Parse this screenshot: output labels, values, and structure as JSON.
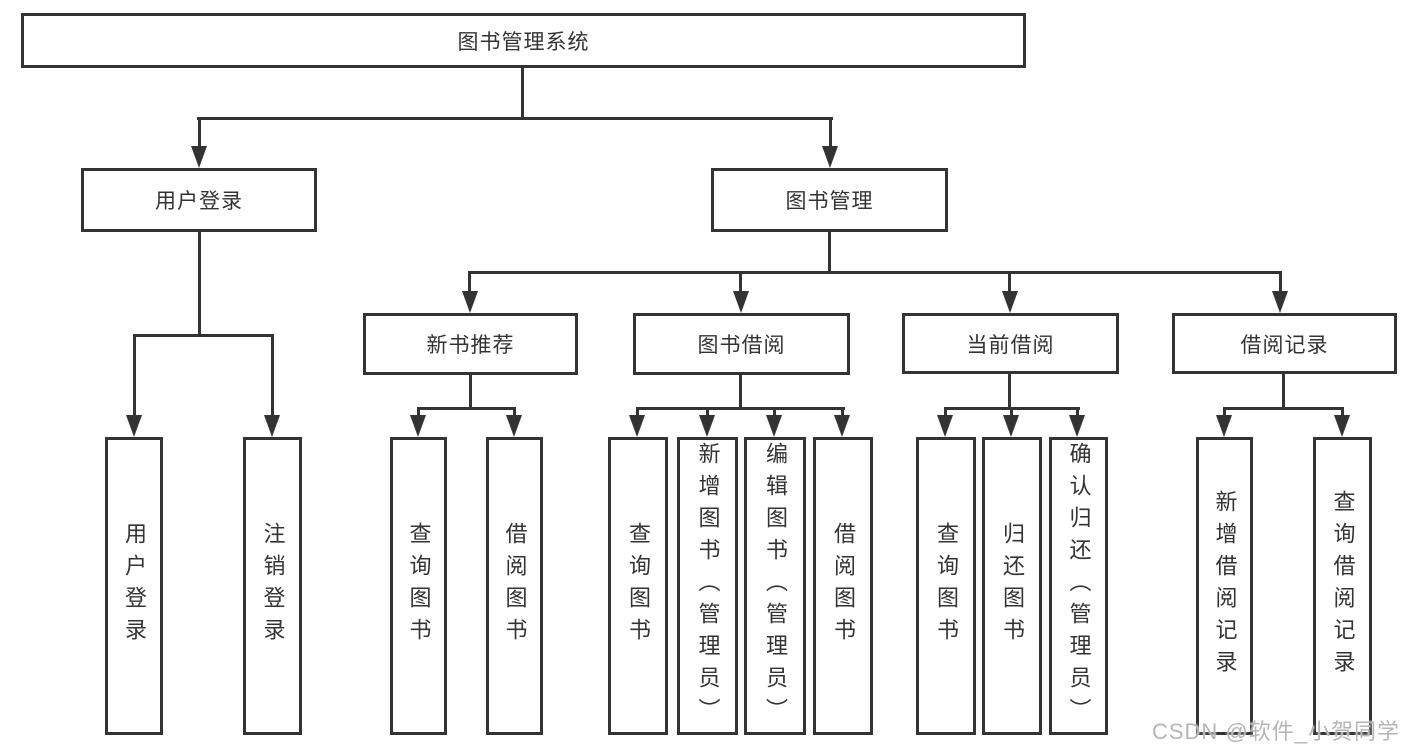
{
  "diagram": {
    "title": "图书管理系统",
    "tree": {
      "root": "图书管理系统",
      "branches": [
        {
          "label": "用户登录",
          "leaves": [
            "用户登录",
            "注销登录"
          ]
        },
        {
          "label": "图书管理",
          "groups": [
            {
              "label": "新书推荐",
              "leaves": [
                "查询图书",
                "借阅图书"
              ]
            },
            {
              "label": "图书借阅",
              "leaves": [
                "查询图书",
                "新增图书（管理员）",
                "编辑图书（管理员）",
                "借阅图书"
              ]
            },
            {
              "label": "当前借阅",
              "leaves": [
                "查询图书",
                "归还图书",
                "确认归还（管理员）"
              ]
            },
            {
              "label": "借阅记录",
              "leaves": [
                "新增借阅记录",
                "查询借阅记录"
              ]
            }
          ]
        }
      ]
    },
    "watermark": "CSDN @软件_小贺同学",
    "colors": {
      "line": "#333333",
      "text": "#333333",
      "box_background": "#ffffff",
      "watermark": "#b5b5b5",
      "page_background": "#ffffff"
    }
  }
}
